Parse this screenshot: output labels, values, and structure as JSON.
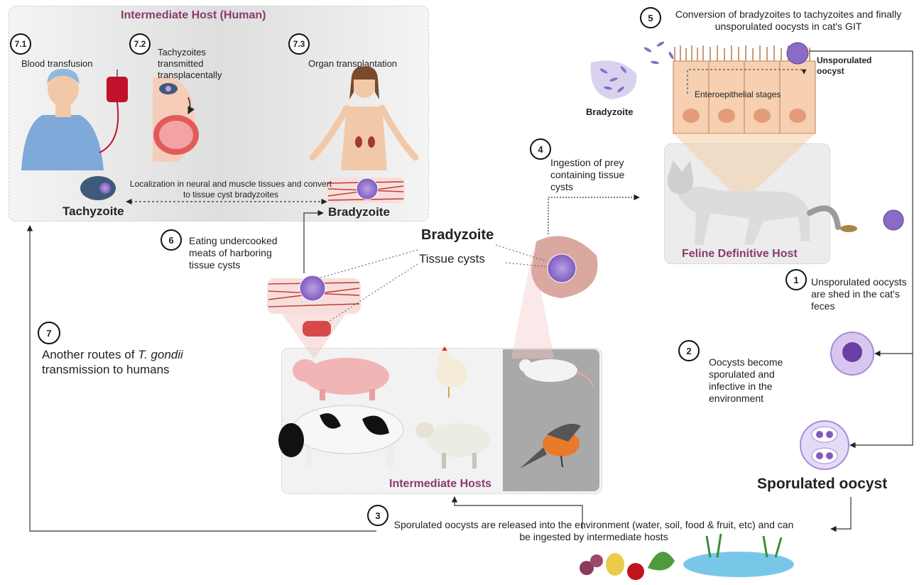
{
  "human_panel": {
    "title": "Intermediate Host (Human)",
    "route_71": {
      "num": "7.1",
      "label": "Blood transfusion"
    },
    "route_72": {
      "num": "7.2",
      "label": "Tachyzoites transmitted transplacentally"
    },
    "route_73": {
      "num": "7.3",
      "label": "Organ transplantation"
    },
    "localization": "Localization in neural and muscle tissues and convert to tissue cyst bradyzoites",
    "tachyzoite": "Tachyzoite",
    "bradyzoite": "Bradyzoite"
  },
  "step5": {
    "num": "5",
    "label": "Conversion of bradyzoites to tachyzoites and finally unsporulated oocysts in cat's GIT"
  },
  "gut": {
    "enteroepithelial": "Enteroepithelial stages",
    "unsporulated_oocyst": "Unsporulated oocyst",
    "bradyzoite": "Bradyzoite"
  },
  "step4": {
    "num": "4",
    "label": "Ingestion of prey containing tissue cysts"
  },
  "feline_panel": {
    "title": "Feline Definitive Host"
  },
  "step1": {
    "num": "1",
    "label": "Unsporulated oocysts are shed in the cat's feces"
  },
  "step2": {
    "num": "2",
    "label": "Oocysts become sporulated and infective in the environment"
  },
  "sporulated_oocyst": "Sporulated oocyst",
  "step6": {
    "num": "6",
    "label": "Eating undercooked meats of harboring tissue cysts"
  },
  "center": {
    "bradyzoite": "Bradyzoite",
    "tissue_cysts": "Tissue cysts"
  },
  "step7": {
    "num": "7",
    "label_pre": "Another routes of ",
    "label_italic": "T. gondii",
    "label_post": " transmission to humans"
  },
  "intermediate_panel": {
    "title": "Intermediate Hosts"
  },
  "step3": {
    "num": "3",
    "label": "Sporulated oocysts are released into the environment (water, soil, food & fruit, etc) and can be ingested by intermediate hosts"
  },
  "colors": {
    "accent_purple": "#8a3a6e",
    "parasite": "#8c6bc7",
    "muscle": "#c0392b"
  }
}
